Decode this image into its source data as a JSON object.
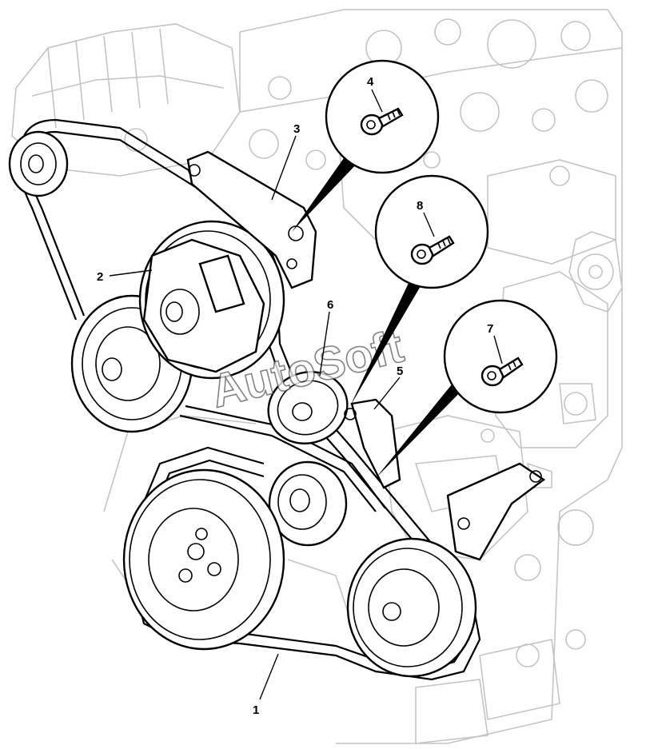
{
  "callouts": [
    {
      "id": "1",
      "label": "1"
    },
    {
      "id": "2",
      "label": "2"
    },
    {
      "id": "3",
      "label": "3"
    },
    {
      "id": "4",
      "label": "4"
    },
    {
      "id": "5",
      "label": "5"
    },
    {
      "id": "6",
      "label": "6"
    },
    {
      "id": "7",
      "label": "7"
    },
    {
      "id": "8",
      "label": "8"
    }
  ],
  "watermark": "AutoSoft",
  "colors": {
    "line": "#000000",
    "background_line": "#c4c4c4",
    "background": "#ffffff"
  }
}
